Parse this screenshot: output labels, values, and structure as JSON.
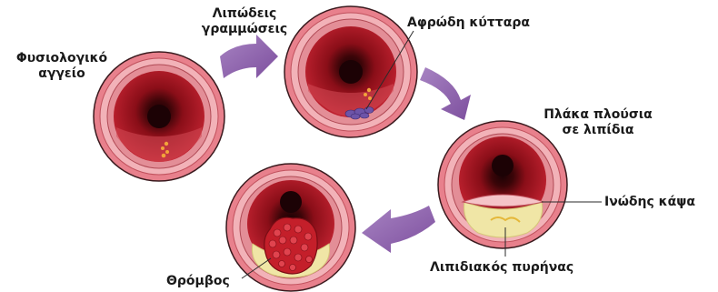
{
  "labels": {
    "normal_vessel": [
      "Φυσιολογικό",
      "αγγείο"
    ],
    "fatty_streaks": [
      "Λιπώδεις",
      "γραμμώσεις"
    ],
    "foam_cells": "Αφρώδη κύτταρα",
    "lipid_plaque": [
      "Πλάκα πλούσια",
      "σε λιπίδια"
    ],
    "fibrous_cap": "Ινώδης κάψα",
    "lipid_core": "Λιπιδιακός πυρήνας",
    "thrombus": "Θρόμβος"
  },
  "colors": {
    "adventitia": "#e8808c",
    "media": "#f2b2b8",
    "intima": "#e38e97",
    "lumen_wall": "#b81d2a",
    "lumen_dark": "#8a0e18",
    "lumen_center": "#1c0205",
    "arrow": "#8f62ad",
    "foam": "#6d54a8",
    "lipid": "#f0e6a6",
    "thrombus": "#c41f2a"
  }
}
